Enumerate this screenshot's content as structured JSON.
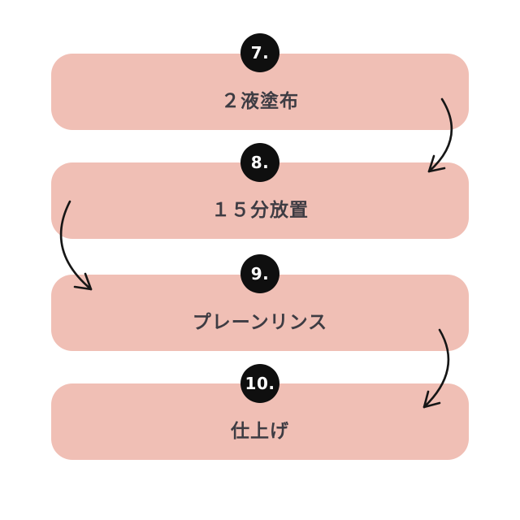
{
  "title": "perm-process-steps",
  "colors": {
    "background": "#ffffff",
    "bar": "#f0bfb5",
    "badge": "#0f0f0f",
    "label": "#3e3c43",
    "arrow": "#161616"
  },
  "steps": [
    {
      "number": "7.",
      "label": "２液塗布"
    },
    {
      "number": "8.",
      "label": "１５分放置"
    },
    {
      "number": "9.",
      "label": "プレーンリンス"
    },
    {
      "number": "10.",
      "label": "仕上げ"
    }
  ]
}
